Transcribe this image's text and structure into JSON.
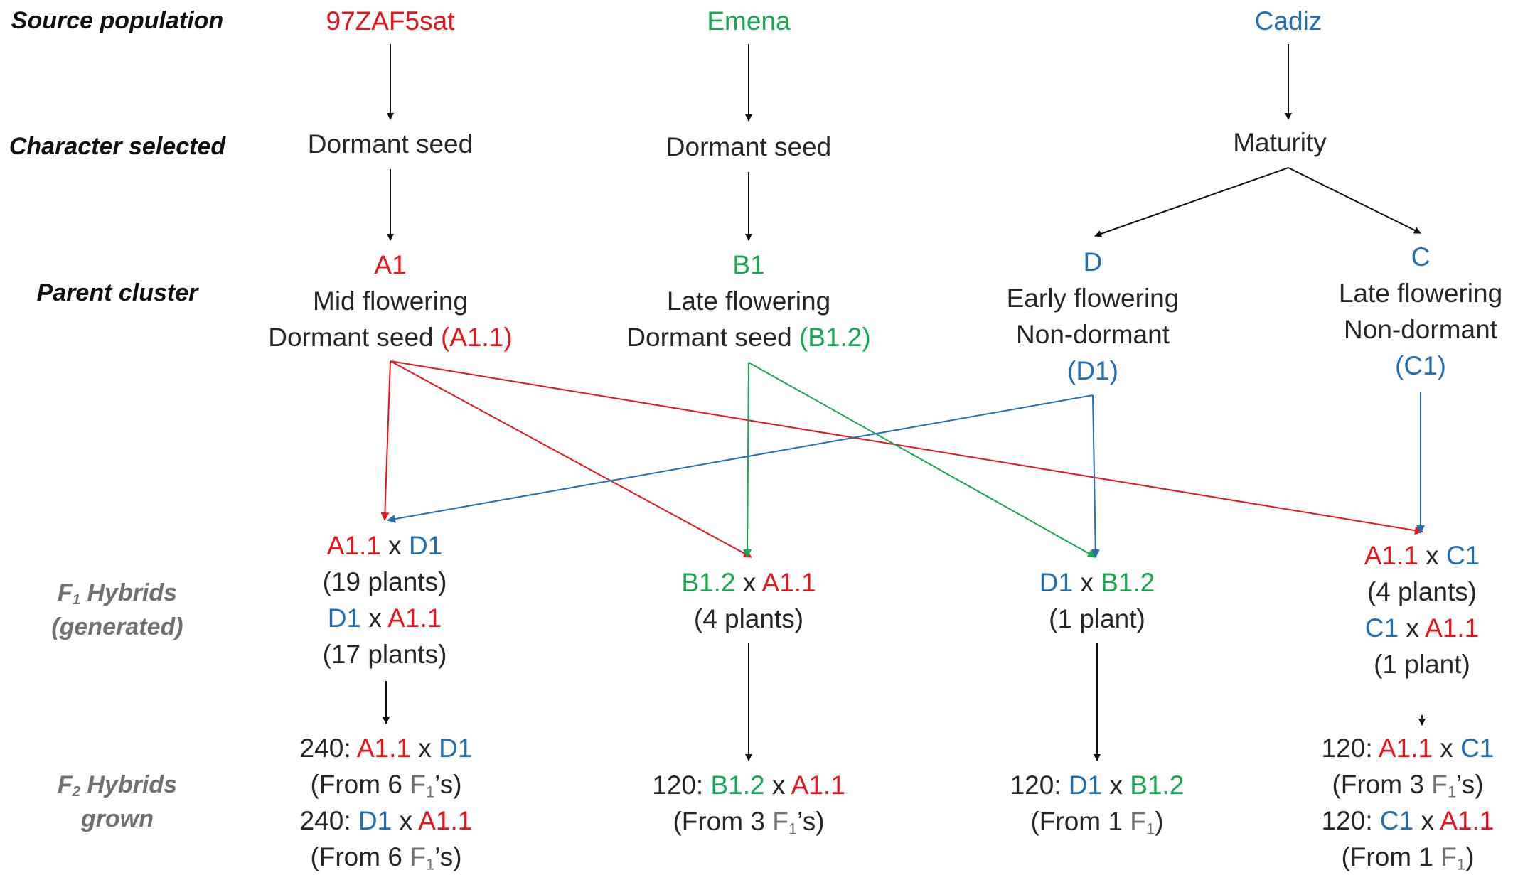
{
  "colors": {
    "a_line": "#e8141c",
    "b_line": "#14a850",
    "c_line": "#1f6fb4",
    "text": "#262626",
    "label_gray": "#707070"
  },
  "row_labels": {
    "source": "Source population",
    "character": "Character selected",
    "parent": "Parent cluster",
    "f1_line1": "F",
    "f1_sub": "1",
    "f1_line1_rest": " Hybrids",
    "f1_line2": "(generated)",
    "f2_line1": "F",
    "f2_sub": "2",
    "f2_line1_rest": " Hybrids",
    "f2_line2": "grown"
  },
  "sources": {
    "a": "97ZAF5sat",
    "b": "Emena",
    "c": "Cadiz"
  },
  "characters": {
    "a": "Dormant seed",
    "b": "Dormant seed",
    "c": "Maturity"
  },
  "clusters": {
    "a": {
      "id": "A1",
      "line1": "Mid flowering",
      "line2": "Dormant seed",
      "code": "(A1.1)"
    },
    "b": {
      "id": "B1",
      "line1": "Late flowering",
      "line2": "Dormant seed",
      "code": "(B1.2)"
    },
    "d": {
      "id": "D",
      "line1": "Early flowering",
      "line2": "Non-dormant",
      "code": "(D1)"
    },
    "c": {
      "id": "C",
      "line1": "Late flowering",
      "line2": "Non-dormant",
      "code": "(C1)"
    }
  },
  "f1": {
    "ad": {
      "cross1_p1": "A1.1",
      "cross1_x": "x",
      "cross1_p2": "D1",
      "count1": "(19 plants)",
      "cross2_p1": "D1",
      "cross2_x": "x",
      "cross2_p2": "A1.1",
      "count2": "(17 plants)"
    },
    "ba": {
      "p1": "B1.2",
      "x": "x",
      "p2": "A1.1",
      "count": "(4 plants)"
    },
    "db": {
      "p1": "D1",
      "x": "x",
      "p2": "B1.2",
      "count": "(1 plant)"
    },
    "ac": {
      "cross1_p1": "A1.1",
      "cross1_x": "x",
      "cross1_p2": "C1",
      "count1": "(4 plants)",
      "cross2_p1": "C1",
      "cross2_x": "x",
      "cross2_p2": "A1.1",
      "count2": "(1 plant)"
    }
  },
  "f2": {
    "ad": {
      "n1": "240:",
      "p1a": "A1.1",
      "x1": "x",
      "p1b": "D1",
      "from1_pre": "(From 6 ",
      "from1_f": "F",
      "from1_sub": "1",
      "from1_post": "’s)",
      "n2": "240:",
      "p2a": "D1",
      "x2": "x",
      "p2b": "A1.1",
      "from2_pre": "(From 6 ",
      "from2_f": "F",
      "from2_sub": "1",
      "from2_post": "’s)"
    },
    "ba": {
      "n": "120:",
      "pa": "B1.2",
      "x": "x",
      "pb": "A1.1",
      "from_pre": "(From 3 ",
      "from_f": "F",
      "from_sub": "1",
      "from_post": "’s)"
    },
    "db": {
      "n": "120:",
      "pa": "D1",
      "x": "x",
      "pb": "B1.2",
      "from_pre": "(From 1 ",
      "from_f": "F",
      "from_sub": "1",
      "from_post": ")"
    },
    "ac": {
      "n1": "120:",
      "p1a": "A1.1",
      "x1": "x",
      "p1b": "C1",
      "from1_pre": "(From 3 ",
      "from1_f": "F",
      "from1_sub": "1",
      "from1_post": "’s)",
      "n2": "120:",
      "p2a": "C1",
      "x2": "x",
      "p2b": "A1.1",
      "from2_pre": "(From 1 ",
      "from2_f": "F",
      "from2_sub": "1",
      "from2_post": ")"
    }
  }
}
